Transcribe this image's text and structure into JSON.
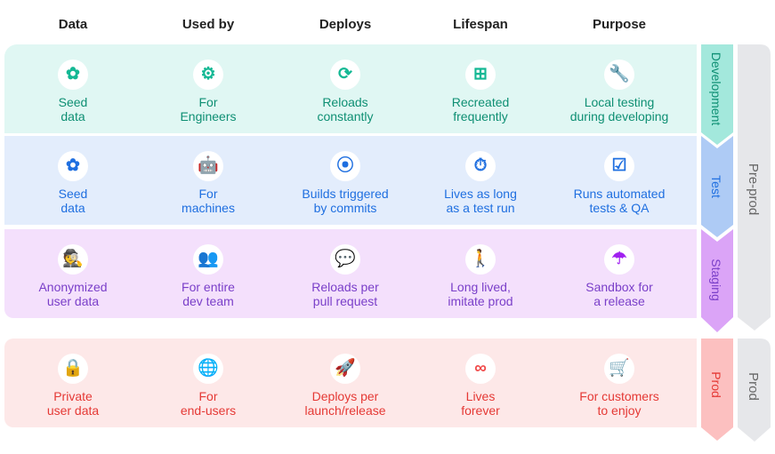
{
  "headers": [
    "Data",
    "Used by",
    "Deploys",
    "Lifespan",
    "Purpose"
  ],
  "colors": {
    "development": "#0e8f73",
    "test": "#1f6fe0",
    "staging": "#7a3fc9",
    "prod": "#e53935"
  },
  "rows": [
    {
      "stage": "Development",
      "cells": [
        {
          "icon": "flower-icon",
          "glyph": "✿",
          "line1": "Seed",
          "line2": "data"
        },
        {
          "icon": "engineer-icon",
          "glyph": "⚙",
          "line1": "For",
          "line2": "Engineers"
        },
        {
          "icon": "sync-icon",
          "glyph": "⟳",
          "line1": "Reloads",
          "line2": "constantly"
        },
        {
          "icon": "add-box-icon",
          "glyph": "⊞",
          "line1": "Recreated",
          "line2": "frequently"
        },
        {
          "icon": "wrench-icon",
          "glyph": "🔧",
          "line1": "Local testing",
          "line2": "during developing"
        }
      ]
    },
    {
      "stage": "Test",
      "cells": [
        {
          "icon": "flower-icon",
          "glyph": "✿",
          "line1": "Seed",
          "line2": "data"
        },
        {
          "icon": "robot-icon",
          "glyph": "🤖",
          "line1": "For",
          "line2": "machines"
        },
        {
          "icon": "commit-icon",
          "glyph": "⦿",
          "line1": "Builds triggered",
          "line2": "by commits"
        },
        {
          "icon": "timer-icon",
          "glyph": "⏱",
          "line1": "Lives as long",
          "line2": "as a test run"
        },
        {
          "icon": "checklist-icon",
          "glyph": "☑",
          "line1": "Runs automated",
          "line2": "tests & QA"
        }
      ]
    },
    {
      "stage": "Staging",
      "cells": [
        {
          "icon": "incognito-icon",
          "glyph": "🕵",
          "line1": "Anonymized",
          "line2": "user data"
        },
        {
          "icon": "group-icon",
          "glyph": "👥",
          "line1": "For entire",
          "line2": "dev team"
        },
        {
          "icon": "chat-icon",
          "glyph": "💬",
          "line1": "Reloads per",
          "line2": "pull request"
        },
        {
          "icon": "elderly-icon",
          "glyph": "🚶",
          "line1": "Long lived,",
          "line2": "imitate prod"
        },
        {
          "icon": "beach-umbrella-icon",
          "glyph": "☂",
          "line1": "Sandbox for",
          "line2": "a release"
        }
      ]
    },
    {
      "stage": "Prod",
      "cells": [
        {
          "icon": "lock-icon",
          "glyph": "🔒",
          "line1": "Private",
          "line2": "user data"
        },
        {
          "icon": "globe-icon",
          "glyph": "🌐",
          "line1": "For",
          "line2": "end-users"
        },
        {
          "icon": "rocket-icon",
          "glyph": "🚀",
          "line1": "Deploys per",
          "line2": "launch/release"
        },
        {
          "icon": "infinity-icon",
          "glyph": "∞",
          "line1": "Lives",
          "line2": "forever"
        },
        {
          "icon": "cart-icon",
          "glyph": "🛒",
          "line1": "For customers",
          "line2": "to enjoy"
        }
      ]
    }
  ],
  "groups": [
    "Pre-prod",
    "Prod"
  ]
}
